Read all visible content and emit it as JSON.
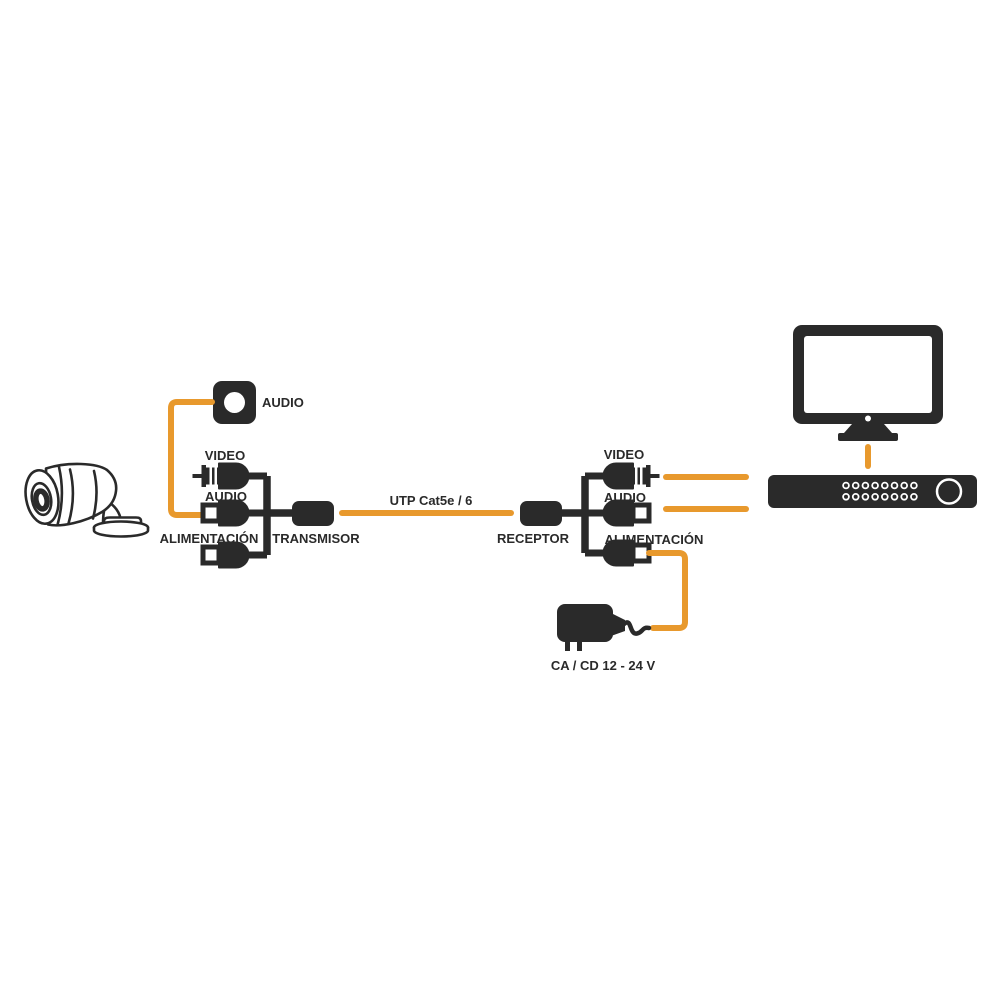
{
  "colors": {
    "accent": "#E8992D",
    "ink": "#2A2A2A",
    "background": "#FFFFFF"
  },
  "diagram": {
    "camera": {
      "icon": "cctv-bullet-camera-icon"
    },
    "microphone": {
      "label": "AUDIO",
      "icon": "microphone-icon"
    },
    "transmitter": {
      "label": "TRANSMISOR",
      "ports": {
        "video": "VIDEO",
        "audio": "AUDIO",
        "power": "ALIMENTACIÓN"
      }
    },
    "utp_cable": {
      "label": "UTP Cat5e / 6"
    },
    "receiver": {
      "label": "RECEPTOR",
      "ports": {
        "video": "VIDEO",
        "audio": "AUDIO",
        "power": "ALIMENTACIÓN"
      }
    },
    "power_adapter": {
      "label": "CA / CD 12 - 24 V",
      "icon": "power-adapter-icon"
    },
    "monitor": {
      "icon": "monitor-icon"
    },
    "dvr": {
      "icon": "dvr-recorder-icon"
    }
  }
}
